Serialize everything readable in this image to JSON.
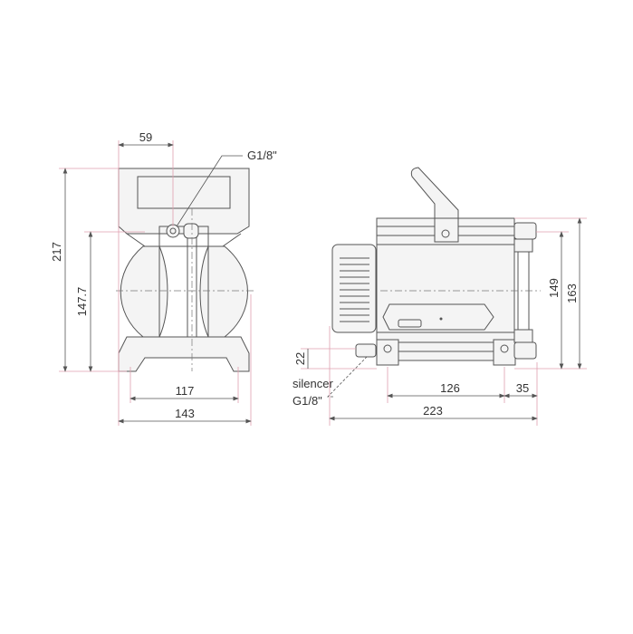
{
  "front_view": {
    "dim_width_top": "59",
    "port_label": "G1/8\"",
    "dim_height_total": "217",
    "dim_height_ports": "147.7",
    "dim_feet_spacing": "117",
    "dim_width_total": "143"
  },
  "side_view": {
    "dim_height_total": "163",
    "dim_height_ports": "149",
    "dim_silencer_height": "22",
    "silencer_label": "silencer",
    "silencer_port_label": "G1/8\"",
    "dim_feet_spacing": "126",
    "dim_foot_offset": "35",
    "dim_length_total": "223"
  },
  "colors": {
    "dimension_extension": "#e0a0b0",
    "outline": "#555555"
  }
}
